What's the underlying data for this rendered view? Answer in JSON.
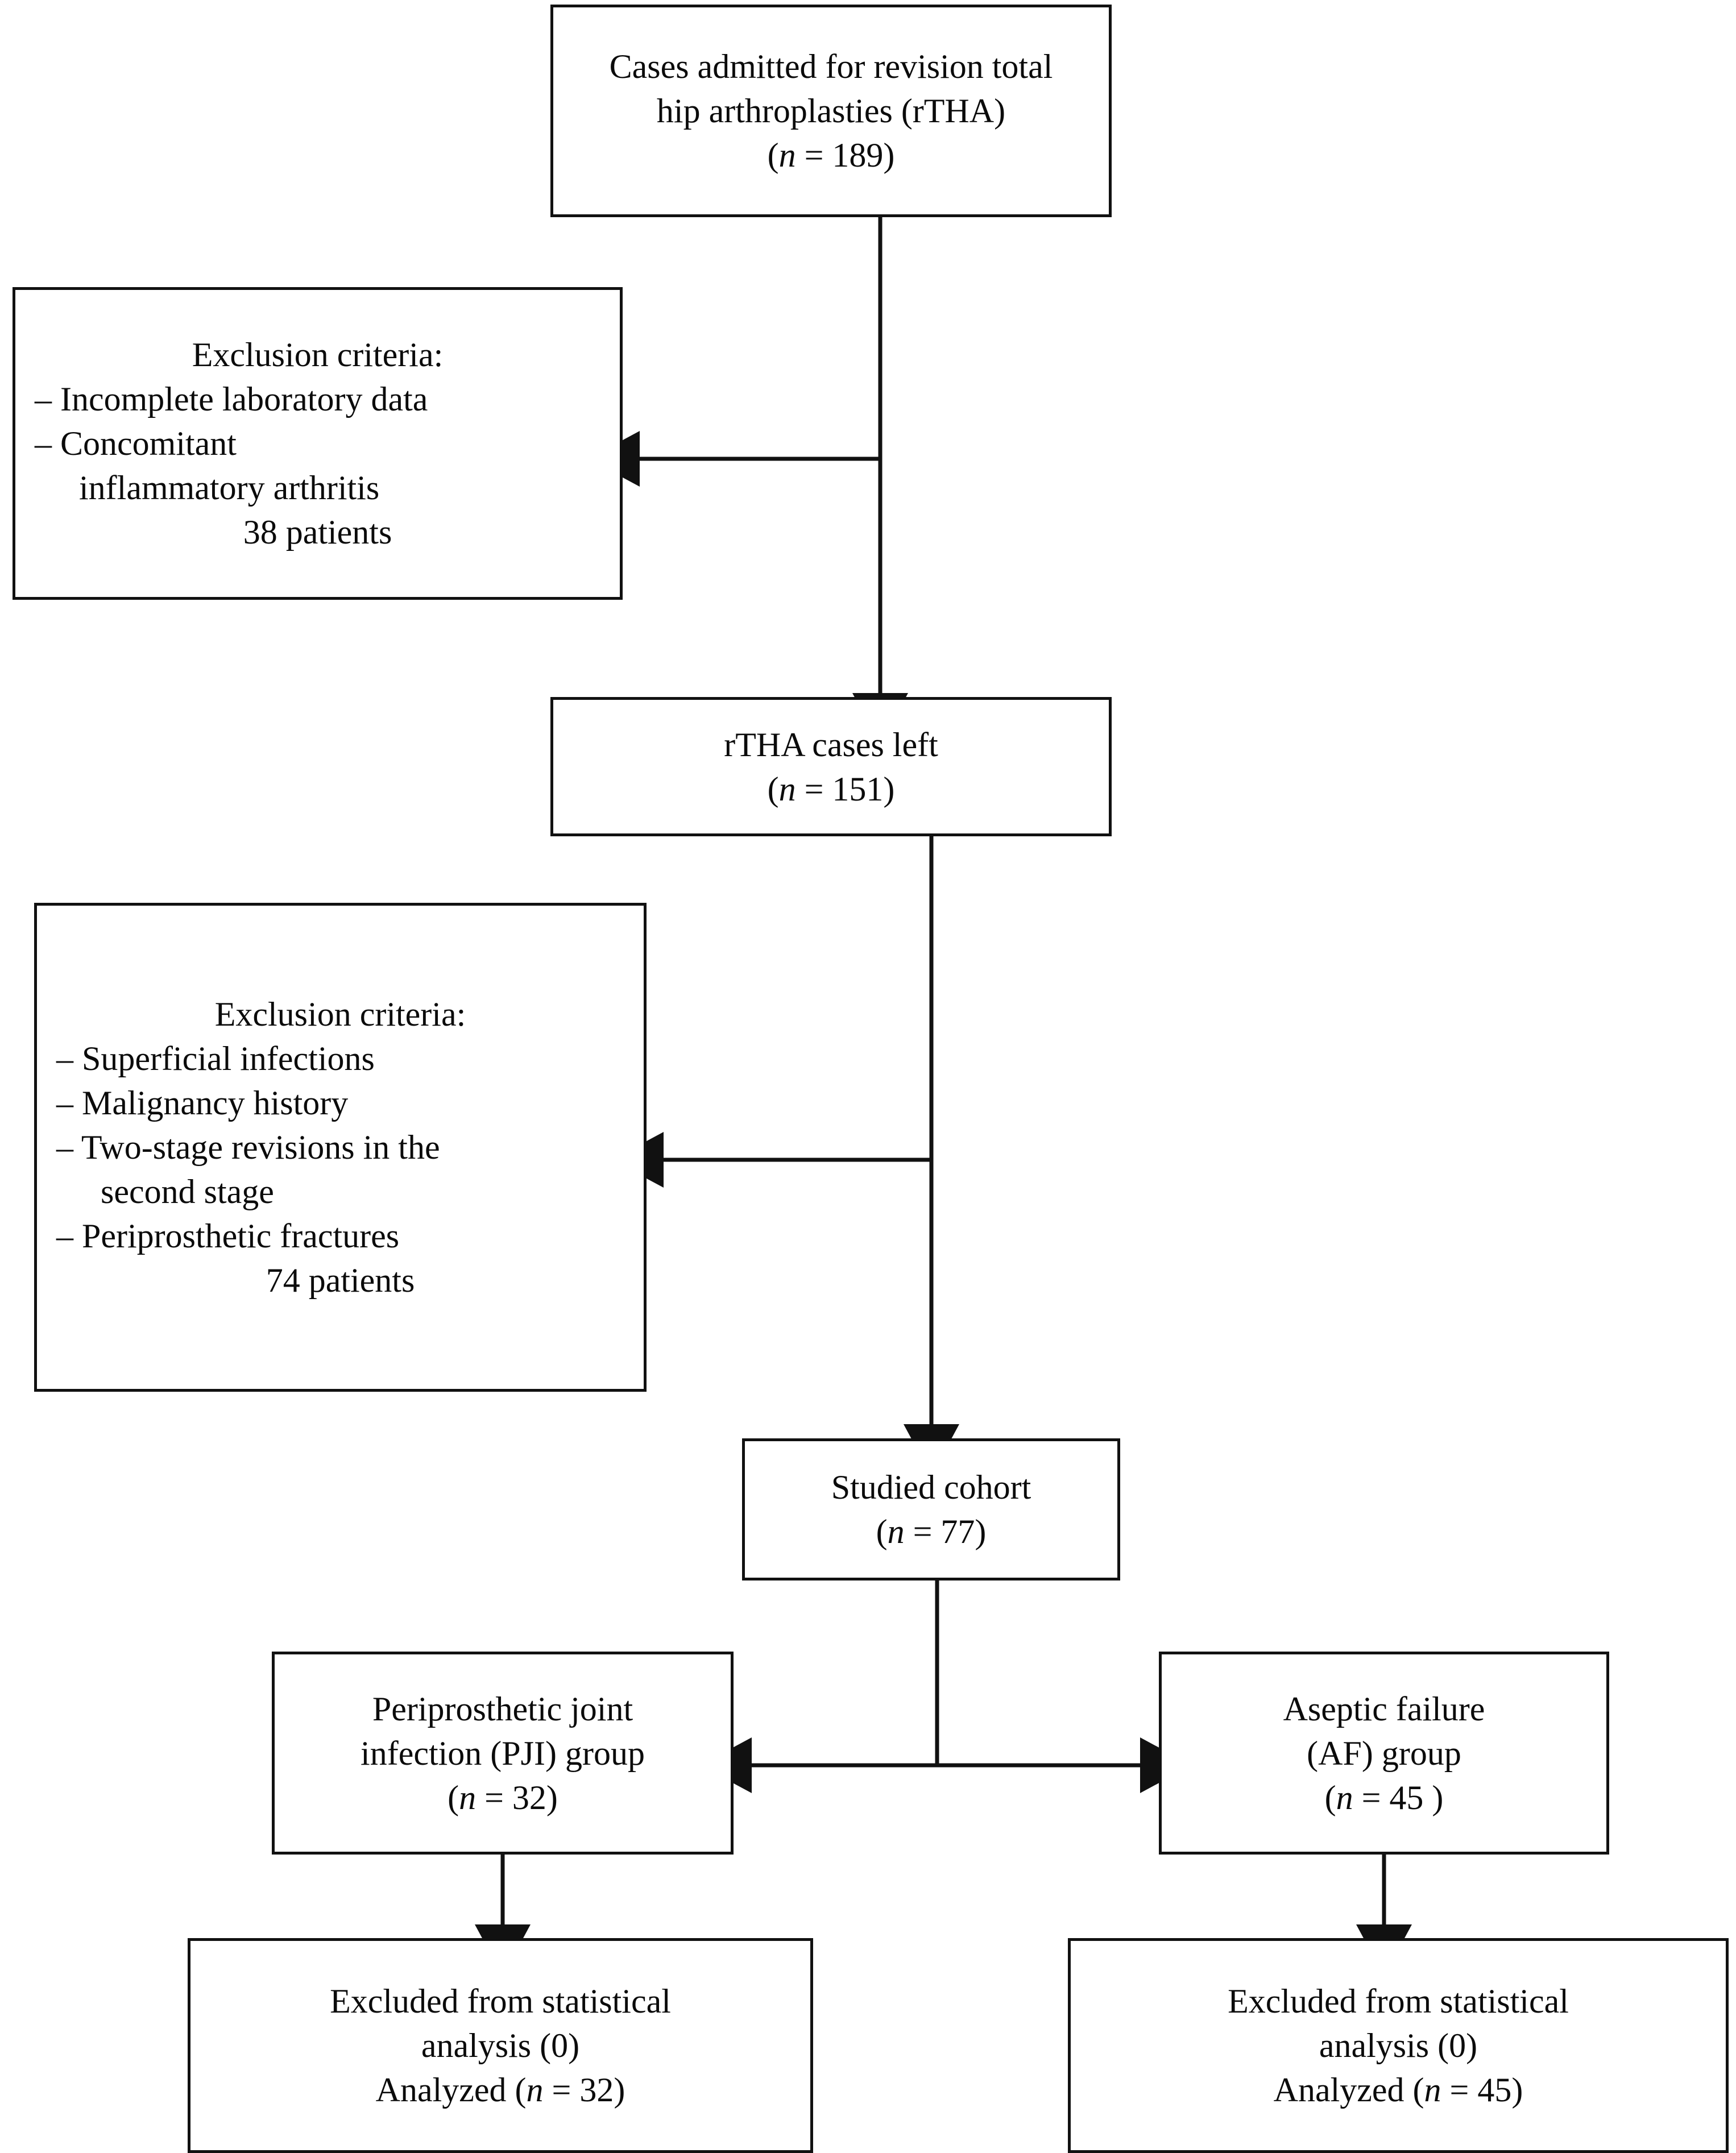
{
  "diagram": {
    "type": "flowchart",
    "title": "Patient selection flow diagram for revision total hip arthroplasty study",
    "line_color": "#111111",
    "background": "#ffffff"
  },
  "nodes": {
    "admitted": {
      "id": "admitted",
      "lines": [
        "Cases admitted for revision total",
        "hip arthroplasties (rTHA)"
      ],
      "count_prefix": "(",
      "count_n": "n",
      "count_eq": " = 189)",
      "count_value": 189
    },
    "exclusion1": {
      "id": "exclusion1",
      "title": "Exclusion criteria:",
      "items": [
        "– Incomplete laboratory data",
        "– Concomitant",
        "inflammatory arthritis"
      ],
      "count_text": "38 patients",
      "count_value": 38
    },
    "remaining": {
      "id": "remaining",
      "lines": [
        "rTHA cases left"
      ],
      "count_prefix": "(",
      "count_n": "n",
      "count_eq": " = 151)",
      "count_value": 151
    },
    "exclusion2": {
      "id": "exclusion2",
      "title": "Exclusion criteria:",
      "items": [
        "– Superficial infections",
        "– Malignancy history",
        "– Two-stage revisions in the",
        "second stage",
        "– Periprosthetic fractures"
      ],
      "count_text": "74 patients",
      "count_value": 74
    },
    "cohort": {
      "id": "cohort",
      "lines": [
        "Studied cohort"
      ],
      "count_prefix": "(",
      "count_n": "n",
      "count_eq": " = 77)",
      "count_value": 77
    },
    "pji": {
      "id": "pji",
      "lines": [
        "Periprosthetic joint",
        "infection (PJI) group"
      ],
      "count_prefix": "(",
      "count_n": "n",
      "count_eq": " = 32)",
      "count_value": 32
    },
    "af": {
      "id": "af",
      "lines": [
        "Aseptic failure",
        "(AF) group"
      ],
      "count_prefix": "(",
      "count_n": "n",
      "count_eq": " = 45 )",
      "count_value": 45
    },
    "analyzed_pji": {
      "id": "analyzed_pji",
      "lines": [
        "Excluded from statistical",
        "analysis (0)"
      ],
      "analyzed_prefix": "Analyzed (",
      "analyzed_n": "n",
      "analyzed_eq": " = 32)",
      "excluded_value": 0,
      "analyzed_value": 32
    },
    "analyzed_af": {
      "id": "analyzed_af",
      "lines": [
        "Excluded from statistical",
        "analysis (0)"
      ],
      "analyzed_prefix": "Analyzed (",
      "analyzed_n": "n",
      "analyzed_eq": " = 45)",
      "excluded_value": 0,
      "analyzed_value": 45
    }
  },
  "edges": [
    {
      "from": "admitted",
      "to": "remaining",
      "style": "arrow-down"
    },
    {
      "from": "admitted",
      "to": "exclusion1",
      "style": "arrow-left"
    },
    {
      "from": "remaining",
      "to": "cohort",
      "style": "arrow-down"
    },
    {
      "from": "remaining",
      "to": "exclusion2",
      "style": "arrow-left"
    },
    {
      "from": "cohort",
      "to": "pji",
      "style": "arrow-left"
    },
    {
      "from": "cohort",
      "to": "af",
      "style": "arrow-right"
    },
    {
      "from": "pji",
      "to": "analyzed_pji",
      "style": "arrow-down"
    },
    {
      "from": "af",
      "to": "analyzed_af",
      "style": "arrow-down"
    }
  ]
}
